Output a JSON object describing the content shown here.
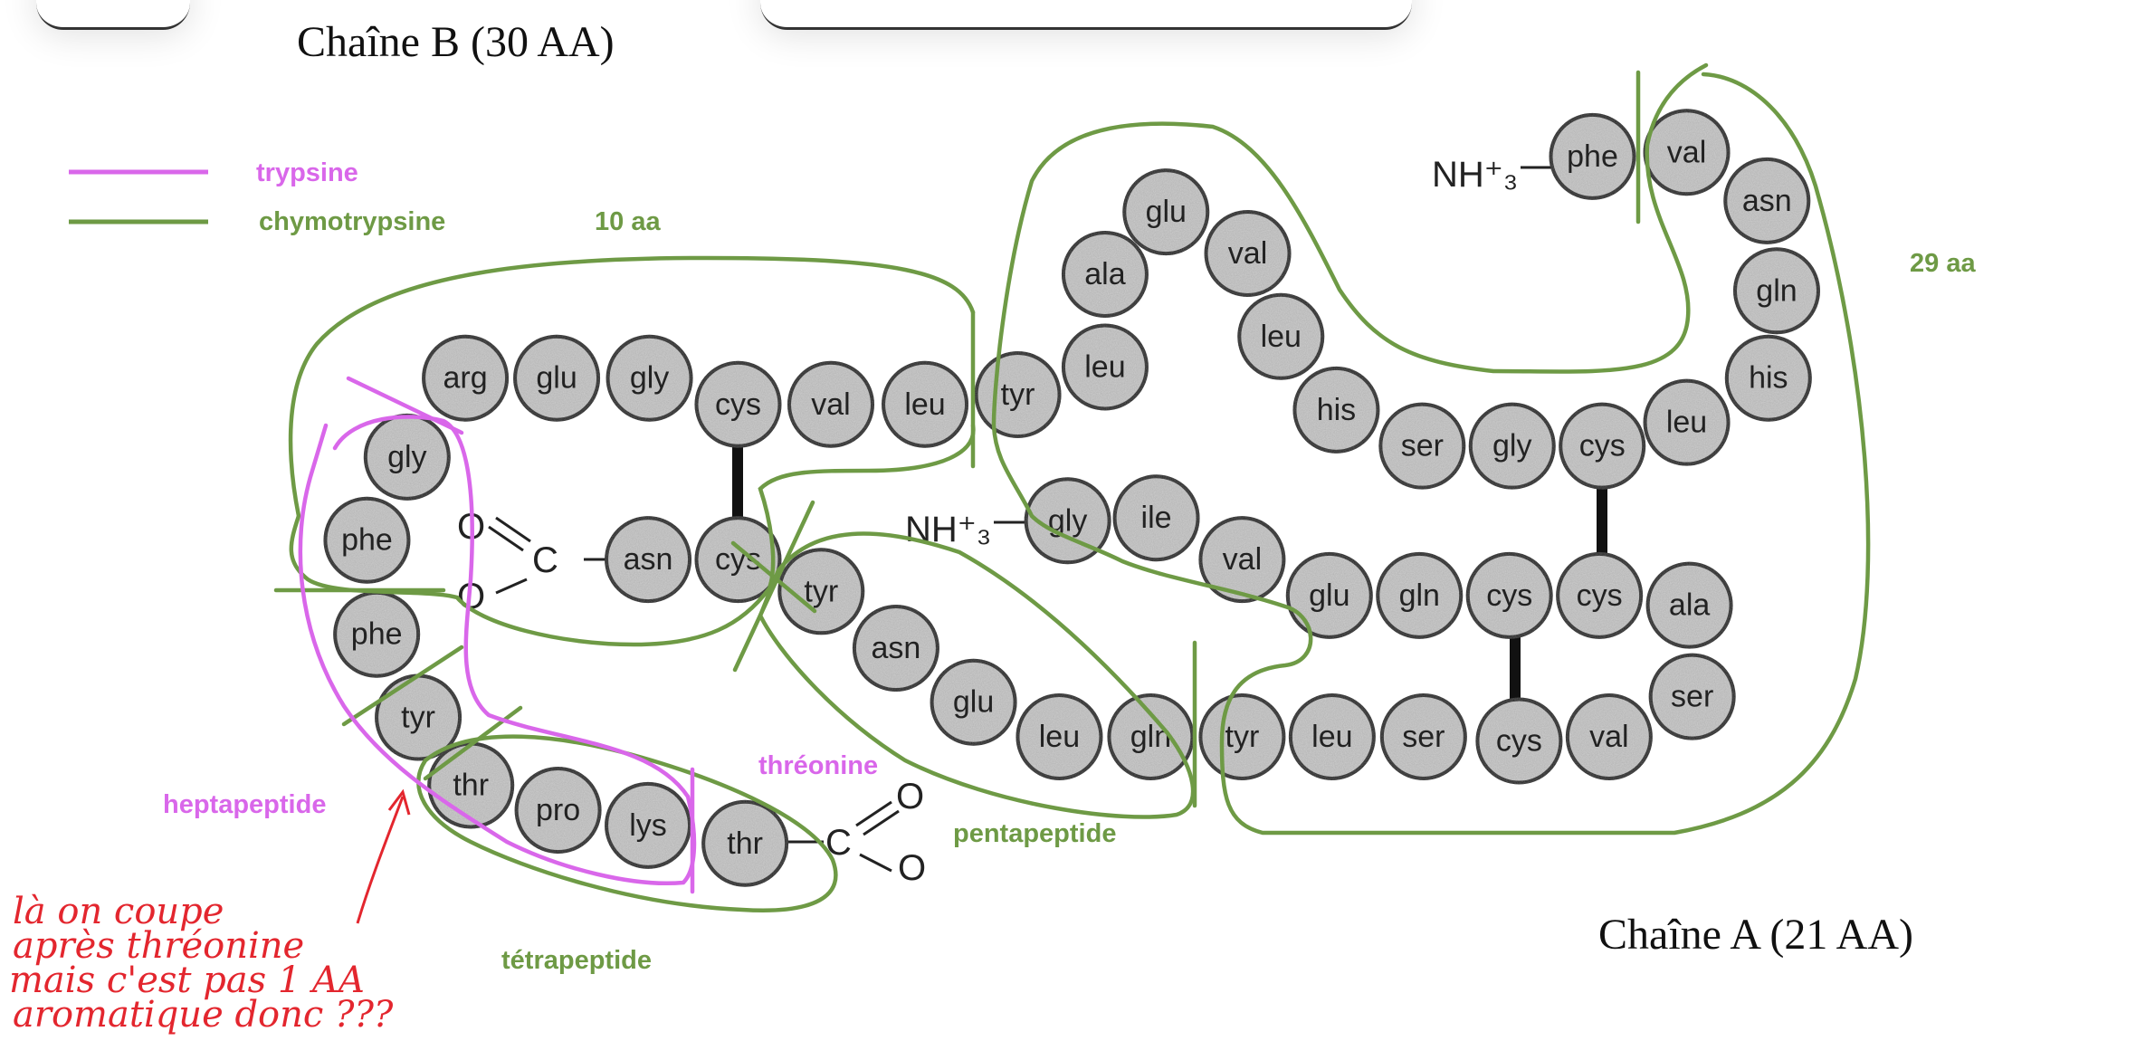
{
  "titles": {
    "chain_b": "Chaîne B (30 AA)",
    "chain_a": "Chaîne A (21 AA)"
  },
  "legend": [
    {
      "label": "trypsine",
      "color": "#d967ea"
    },
    {
      "label": "chymotrypsine",
      "color": "#6e9a45"
    }
  ],
  "colors": {
    "trypsine": "#d967ea",
    "chymotrypsine": "#6e9a45",
    "residue_fill": "#cfcfcf",
    "residue_stroke": "#1a1a1a",
    "annotation": "#e3262e"
  },
  "labels": {
    "b_fragment_count": "10 aa",
    "a_fragment_count": "29 aa",
    "heptapeptide": "heptapeptide",
    "threonine": "thréonine",
    "tetrapeptide": "tétrapeptide",
    "pentapeptide": "pentapeptide",
    "chain_b_n_terminus": "NH⁺₃",
    "chain_a_n_terminus": "NH⁺₃",
    "carboxyl_c": "C",
    "carboxyl_o": "O"
  },
  "chain_b": [
    "phe",
    "val",
    "asn",
    "gln",
    "his",
    "leu",
    "cys",
    "gly",
    "ser",
    "his",
    "leu",
    "val",
    "glu",
    "ala",
    "leu",
    "tyr",
    "leu",
    "val",
    "cys",
    "gly",
    "glu",
    "arg",
    "gly",
    "phe",
    "phe",
    "tyr",
    "thr",
    "pro",
    "lys",
    "thr"
  ],
  "chain_a": [
    "gly",
    "ile",
    "val",
    "glu",
    "gln",
    "cys",
    "cys",
    "ala",
    "ser",
    "val",
    "cys",
    "ser",
    "leu",
    "tyr",
    "gln",
    "leu",
    "glu",
    "asn",
    "tyr",
    "cys",
    "asn"
  ],
  "handwritten_note": [
    "là on coupe",
    "après thréonine",
    "mais c'est pas 1 AA",
    "aromatique donc ???"
  ]
}
